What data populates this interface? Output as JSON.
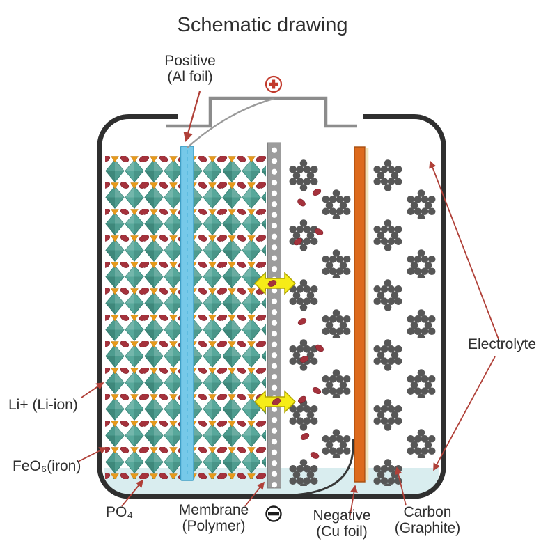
{
  "title": "Schematic drawing",
  "labels": {
    "positive": [
      "Positive",
      "(Al foil)"
    ],
    "li_ion": "Li+ (Li-ion)",
    "feo6": "FeO₆(iron)",
    "po4": "PO₄",
    "membrane": [
      "Membrane",
      "(Polymer)"
    ],
    "negative": [
      "Negative",
      "(Cu foil)"
    ],
    "carbon": [
      "Carbon",
      "(Graphite)"
    ],
    "electrolyte": "Electrolyte"
  },
  "icons": {
    "positive_terminal": "plus-circle-icon",
    "negative_terminal": "minus-circle-icon",
    "ion_transport": "yellow-double-headed-arrow-icon"
  },
  "colors": {
    "text": "#2e2e2e",
    "container": "#2f2f2f",
    "cap": "#8c8c8c",
    "connector": "#9a9a9a",
    "al_foil": "#76c9e9",
    "al_foil_edge": "#3f9fc6",
    "cu_foil": "#dd6a1c",
    "cu_foil_edge": "#a84f10",
    "cu_foil_stripe": "#f0e2b8",
    "membrane": "#9c9c9c",
    "membrane_edge": "#828282",
    "teal_a": "#4e9c8f",
    "teal_b": "#58a89b",
    "teal_edge": "#2e7e70",
    "po4_orange": "#e79a1b",
    "po4_edge": "#c07a10",
    "li_ion_red": "#a5323c",
    "li_ion_edge": "#7c1f2a",
    "graphite": "#575757",
    "ion_arrow_yellow": "#f6ec18",
    "ion_arrow_edge": "#b1a500",
    "label_arrow": "#b04038",
    "terminal_pos": "#c23a2c",
    "terminal_neg": "#1c1c1c",
    "liquid": "#d9edef"
  }
}
